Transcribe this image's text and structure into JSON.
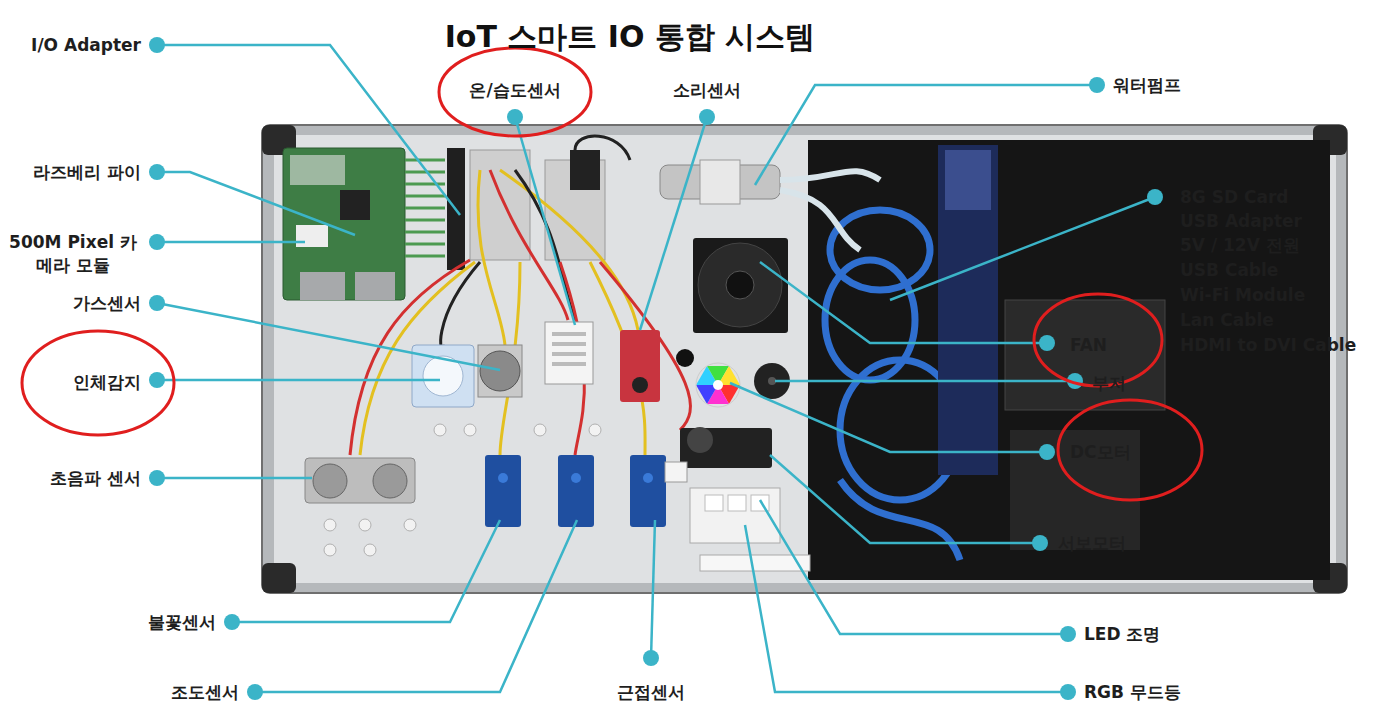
{
  "diagram": {
    "title": "IoT 스마트 IO 통합 시스템",
    "labels": [
      "I/O Adapter",
      "온/습도센서",
      "소리센서",
      "워터펌프",
      "라즈베리 파이",
      "8G SD Card",
      "USB Adapter",
      "5V / 12V 전원",
      "500M Pixel 카메라 모듈",
      "USB Cable",
      "Wi-Fi Module",
      "가스센서",
      "Lan Cable",
      "HDMI to DVI Cable",
      "FAN",
      "인체감지",
      "부저",
      "DC모터",
      "초음파 센서",
      "서보모터",
      "불꽃센서",
      "LED 조명",
      "조도센서",
      "근접센서",
      "RGB 무드등"
    ]
  }
}
